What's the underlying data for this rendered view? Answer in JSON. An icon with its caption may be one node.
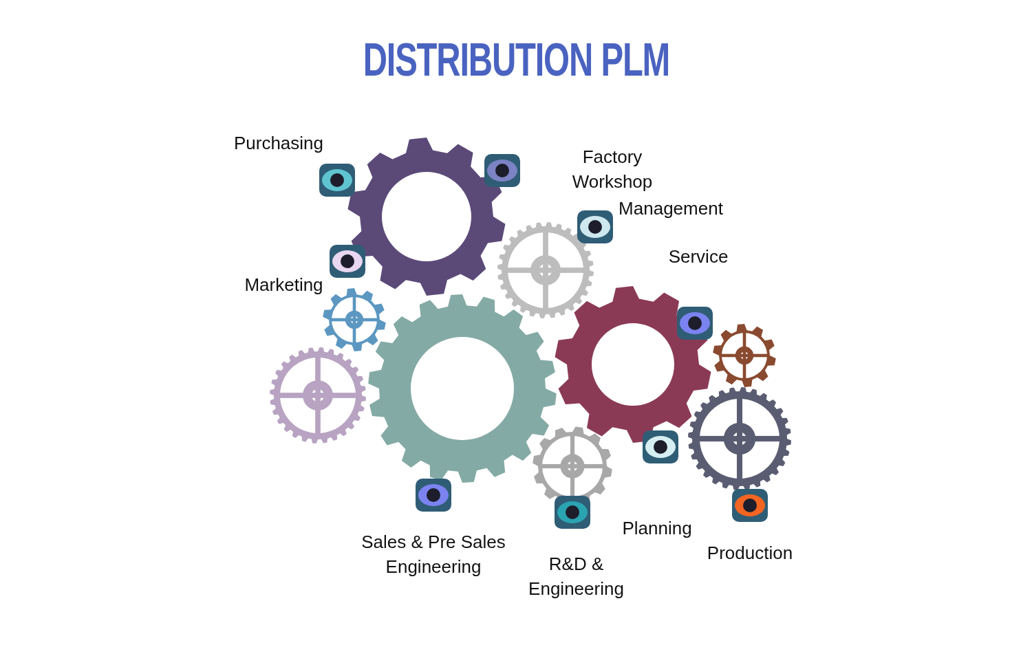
{
  "diagram": {
    "title": "DISTRIBUTION PLM",
    "labels": [
      "Purchasing",
      "Factory Workshop",
      "Management",
      "Service",
      "Marketing",
      "Planning",
      "Sales & Pre Sales Engineering",
      "Production",
      "R&D & Engineering"
    ]
  }
}
